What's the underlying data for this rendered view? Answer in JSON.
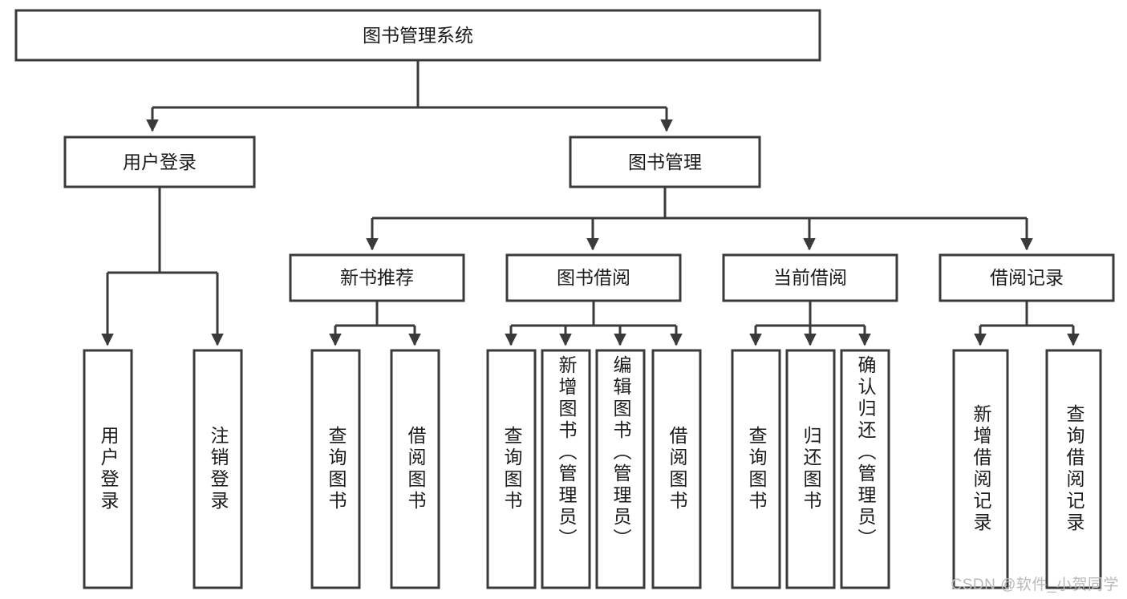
{
  "diagram": {
    "type": "tree",
    "title": "图书管理系统",
    "orientation": "top-down",
    "watermark": "CSDN @软件_小贺同学",
    "colors": {
      "stroke": "#3a3a3a",
      "fill": "#ffffff",
      "text": "#1b1b1b",
      "watermark": "#b9b9b9"
    },
    "levels": {
      "root": {
        "label": "图书管理系统"
      },
      "level2": [
        {
          "label": "用户登录"
        },
        {
          "label": "图书管理"
        }
      ],
      "level3": [
        {
          "label": "新书推荐"
        },
        {
          "label": "图书借阅"
        },
        {
          "label": "当前借阅"
        },
        {
          "label": "借阅记录"
        }
      ]
    },
    "nodes": {
      "root": "图书管理系统",
      "user_login": "用户登录",
      "book_manage": "图书管理",
      "new_book_rec": "新书推荐",
      "book_borrow": "图书借阅",
      "current_borrow": "当前借阅",
      "borrow_record": "借阅记录",
      "leaf_user_login": "用户登录",
      "leaf_user_logout": "注销登录",
      "leaf_query_book_1": "查询图书",
      "leaf_borrow_book_1": "借阅图书",
      "leaf_query_book_2": "查询图书",
      "leaf_add_book_admin": "新增图书（管理员）",
      "leaf_edit_book_admin": "编辑图书（管理员）",
      "leaf_borrow_book_2": "借阅图书",
      "leaf_query_book_3": "查询图书",
      "leaf_return_book": "归还图书",
      "leaf_confirm_return_admin": "确认归还（管理员）",
      "leaf_add_record": "新增借阅记录",
      "leaf_query_record": "查询借阅记录"
    },
    "edges": [
      {
        "from": "图书管理系统",
        "to": "用户登录"
      },
      {
        "from": "图书管理系统",
        "to": "图书管理"
      },
      {
        "from": "用户登录",
        "to": "用户登录"
      },
      {
        "from": "用户登录",
        "to": "注销登录"
      },
      {
        "from": "图书管理",
        "to": "新书推荐"
      },
      {
        "from": "图书管理",
        "to": "图书借阅"
      },
      {
        "from": "图书管理",
        "to": "当前借阅"
      },
      {
        "from": "图书管理",
        "to": "借阅记录"
      },
      {
        "from": "新书推荐",
        "to": "查询图书"
      },
      {
        "from": "新书推荐",
        "to": "借阅图书"
      },
      {
        "from": "图书借阅",
        "to": "查询图书"
      },
      {
        "from": "图书借阅",
        "to": "新增图书（管理员）"
      },
      {
        "from": "图书借阅",
        "to": "编辑图书（管理员）"
      },
      {
        "from": "图书借阅",
        "to": "借阅图书"
      },
      {
        "from": "当前借阅",
        "to": "查询图书"
      },
      {
        "from": "当前借阅",
        "to": "归还图书"
      },
      {
        "from": "当前借阅",
        "to": "确认归还（管理员）"
      },
      {
        "from": "借阅记录",
        "to": "新增借阅记录"
      },
      {
        "from": "借阅记录",
        "to": "查询借阅记录"
      }
    ]
  }
}
